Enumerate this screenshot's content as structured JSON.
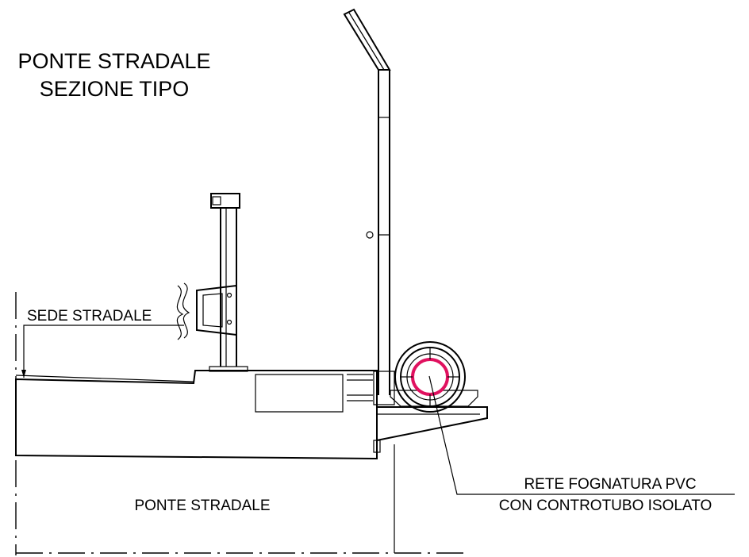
{
  "title": {
    "line1": "PONTE STRADALE",
    "line2": "SEZIONE TIPO"
  },
  "labels": {
    "road": "SEDE STRADALE",
    "bridge": "PONTE STRADALE",
    "pipe_line1": "RETE FOGNATURA PVC",
    "pipe_line2": "CON CONTROTUBO ISOLATO"
  },
  "colors": {
    "outline": "#000000",
    "pipe_inner": "#e0115f",
    "hatch": "#555555"
  }
}
